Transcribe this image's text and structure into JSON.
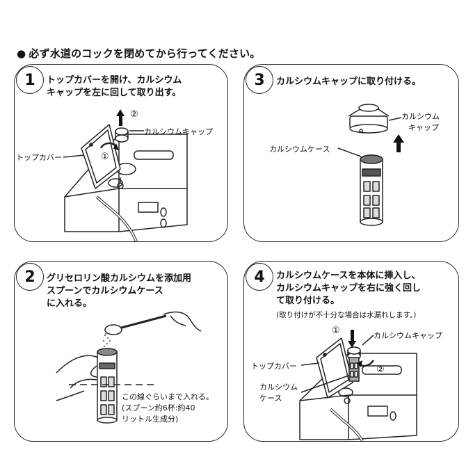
{
  "notice": {
    "bullet": "●",
    "text": "必ず水道のコックを閉めてから行ってください。"
  },
  "steps": [
    {
      "number": "1",
      "lines": [
        "トップカバーを開け、カルシウム",
        "キャップを左に回して取り出す。"
      ],
      "labels": {
        "top_cover": "トップカバー",
        "calcium_cap": "カルシウムキャップ",
        "mark1": "①",
        "mark2": "②"
      }
    },
    {
      "number": "2",
      "lines": [
        "グリセロリン酸カルシウムを添加用",
        "スプーンでカルシウムケース",
        "に入れる。"
      ],
      "labels": {
        "fill_note": [
          "この線ぐらいまで入れる。",
          "(スプーン約6杯:約40",
          "リットル生成分)"
        ]
      }
    },
    {
      "number": "3",
      "lines": [
        "カルシウムキャップに取り付ける。"
      ],
      "labels": {
        "calcium_cap": [
          "カルシウム",
          "キャップ"
        ],
        "calcium_case": "カルシウムケース"
      }
    },
    {
      "number": "4",
      "lines": [
        "カルシウムケースを本体に挿入し、",
        "カルシウムキャップを右に強く回し",
        "て取り付ける。"
      ],
      "note": "(取り付けが不十分な場合は水漏れします。)",
      "labels": {
        "calcium_cap": "カルシウムキャップ",
        "top_cover": "トップカバー",
        "calcium_case": [
          "カルシウム",
          "ケース"
        ],
        "mark1": "①",
        "mark2": "②"
      }
    }
  ]
}
